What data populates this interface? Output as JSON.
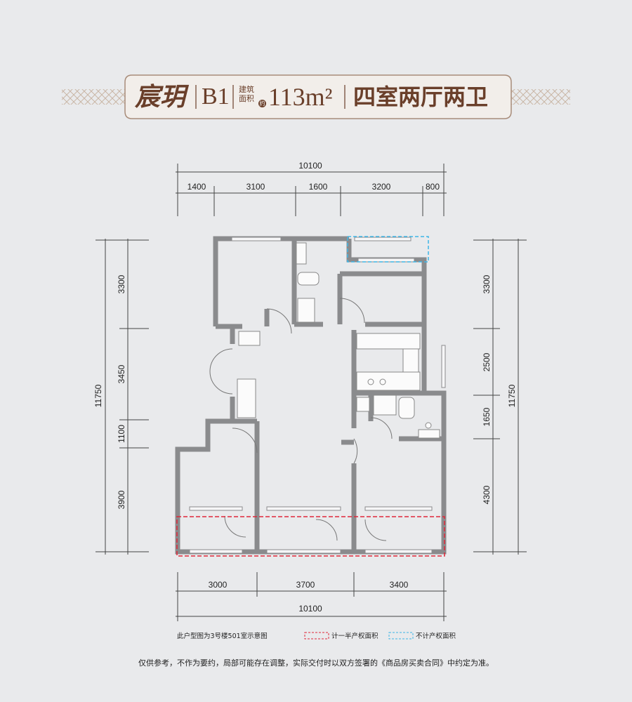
{
  "header": {
    "name": "宸玥",
    "type_code": "B1",
    "area_label_line1": "建筑",
    "area_label_line2": "面积",
    "area_label_suffix": "约",
    "area_value": "113m²",
    "layout": "四室两厅两卫",
    "brand_color": "#6a3f2a"
  },
  "dimensions": {
    "top_total": "10100",
    "top_segments": [
      "1400",
      "3100",
      "1600",
      "3200",
      "800"
    ],
    "bottom_segments": [
      "3000",
      "3700",
      "3400"
    ],
    "bottom_total": "10100",
    "left_total": "11750",
    "left_segments": [
      "3300",
      "3450",
      "1100",
      "3900"
    ],
    "right_segments": [
      "3300",
      "2500",
      "1650",
      "4300"
    ],
    "right_total": "11750"
  },
  "legend": {
    "caption": "此户型图为3号楼501室示意图",
    "half_area_label": "计一半产权面积",
    "half_area_color": "#e0283a",
    "excluded_area_label": "不计产权面积",
    "excluded_area_color": "#3fb6e6"
  },
  "disclaimer": "仅供参考，不作为要约，局部可能存在调整，实际交付时以双方签署的《商品房买卖合同》中约定为准。"
}
